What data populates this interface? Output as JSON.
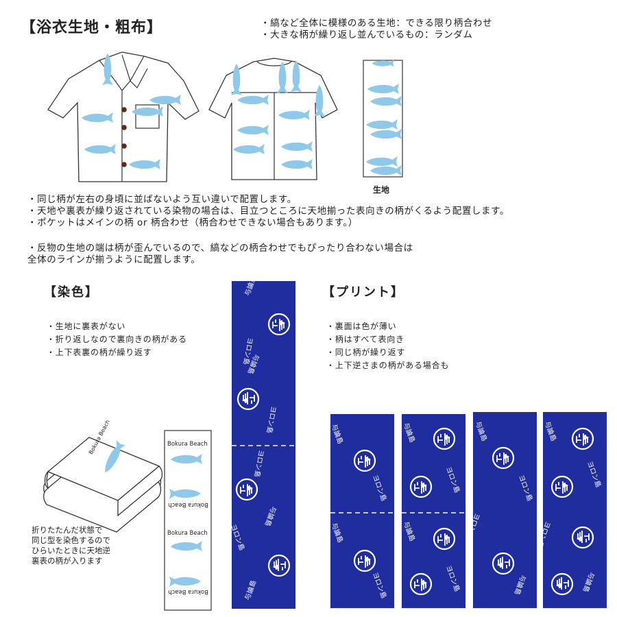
{
  "header": {
    "title": "【浴衣生地・粗布】",
    "right_notes": [
      "・縞など全体に模様のある生地：できる限り柄合わせ",
      "・大きな柄が繰り返し並んでいるもの：ランダム"
    ]
  },
  "shirt": {
    "fabric_label": "生地"
  },
  "placement_notes": [
    "・同じ柄が左右の身頃に並ばないよう互い違いで配置します。",
    "・天地や裏表が繰り返されている染物の場合は、目立つところに天地揃った表向きの柄がくるよう配置します。",
    "・ポケットはメインの柄 or 柄合わせ（柄合わせできない場合もあります。）"
  ],
  "edge_note": [
    "・反物の生地の端は柄が歪んでいるので、縞などの柄合わせでもぴったり合わない場合は",
    "全体のラインが揃うように配置します。"
  ],
  "dyeing": {
    "heading": "【染色】",
    "bullets": [
      "・生地に裏表がない",
      "・折り返しなので裏向きの柄がある",
      "・上下表裏の柄が繰り返す"
    ],
    "folded_caption": [
      "折りたたんだ状態で",
      "同じ型を染色するので",
      "ひらいたときに天地逆",
      "裏表の柄が入ります"
    ],
    "fold_label": "Bokura Beach",
    "strip_labels": [
      "Bokura Beach",
      "Bokura Beach",
      "Bokura Beach",
      "Bokura Beach"
    ]
  },
  "print": {
    "heading": "【プリント】",
    "bullets": [
      "・裏面は色が薄い",
      "・柄はすべて表向き",
      "・同じ柄が繰り返す",
      "・上下逆さまの柄がある場合も"
    ]
  },
  "pattern_text": {
    "yoron_jima": "与論島",
    "yoron_kana": "ヨロン島"
  },
  "colors": {
    "navy": "#1f2d9e",
    "fish": "#8ec9ea",
    "outline": "#333333"
  }
}
